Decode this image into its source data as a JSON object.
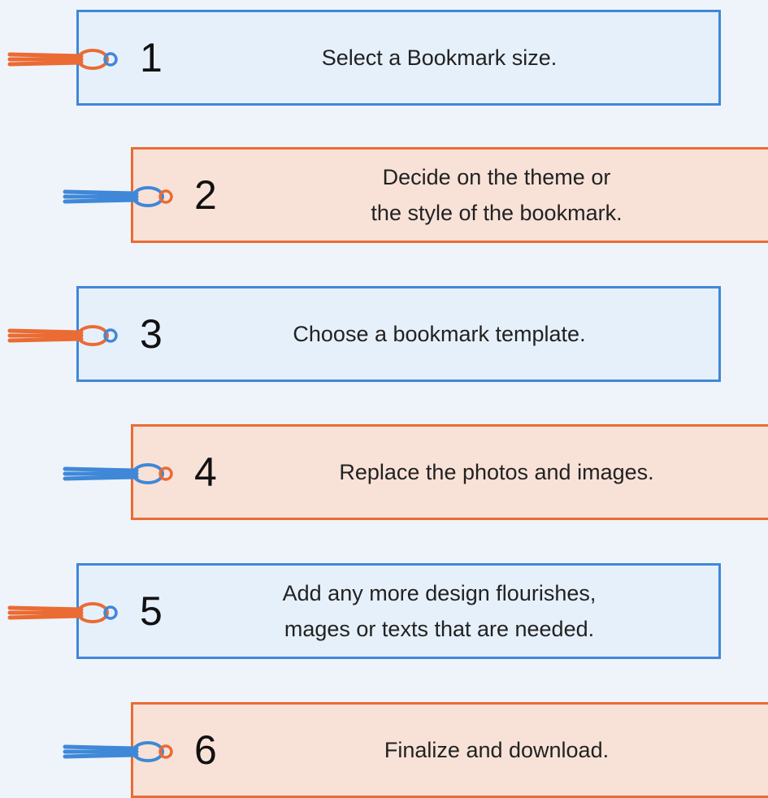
{
  "steps": [
    {
      "number": "1",
      "text": "Select a Bookmark size.",
      "tassel_color": "orange"
    },
    {
      "number": "2",
      "text": "Decide on the theme or\nthe style of the bookmark.",
      "tassel_color": "blue"
    },
    {
      "number": "3",
      "text": "Choose a bookmark template.",
      "tassel_color": "orange"
    },
    {
      "number": "4",
      "text": "Replace the photos and images.",
      "tassel_color": "blue"
    },
    {
      "number": "5",
      "text": "Add any more design flourishes,\nmages or texts that are needed.",
      "tassel_color": "orange"
    },
    {
      "number": "6",
      "text": "Finalize and download.",
      "tassel_color": "blue"
    }
  ],
  "colors": {
    "blue": "#3f88d8",
    "orange": "#ea6b33",
    "blue_fill": "#e6f0fb",
    "orange_fill": "#f8e2d8",
    "background": "#eef4fa"
  }
}
